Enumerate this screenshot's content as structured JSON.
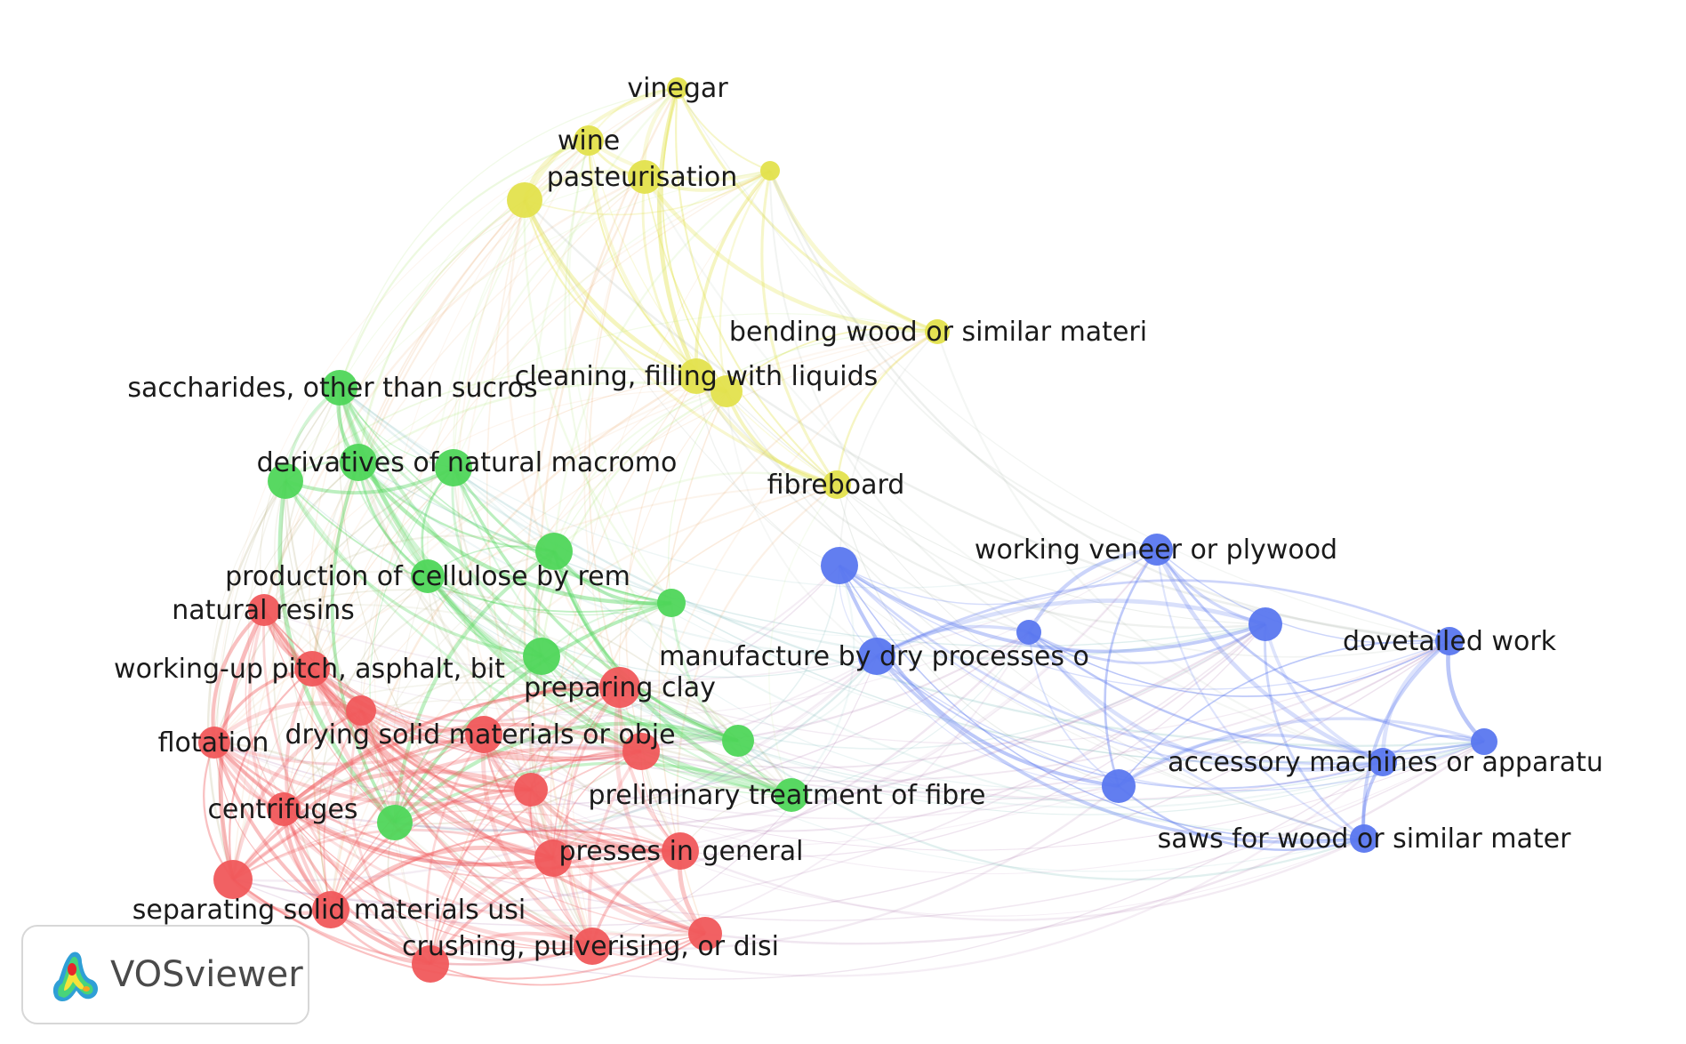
{
  "app": {
    "logo_text": "VOSviewer"
  },
  "colors": {
    "red": "#f0595b",
    "green": "#4fd65a",
    "yellow": "#e3e24d",
    "blue": "#5a77ef"
  },
  "network": {
    "nodes": [
      {
        "id": "vinegar",
        "label": "vinegar",
        "cluster": "yellow",
        "size": 12
      },
      {
        "id": "wine",
        "label": "wine",
        "cluster": "yellow",
        "size": 17
      },
      {
        "id": "pasteurisation",
        "label": "pasteurisation",
        "cluster": "yellow",
        "size": 19
      },
      {
        "id": "y_unlabeled_1",
        "label": "",
        "cluster": "yellow",
        "size": 20
      },
      {
        "id": "y_unlabeled_2",
        "label": "",
        "cluster": "yellow",
        "size": 11
      },
      {
        "id": "bending",
        "label": "bending wood or similar materi",
        "cluster": "yellow",
        "size": 14
      },
      {
        "id": "cleaning",
        "label": "cleaning, filling with liquids",
        "cluster": "yellow",
        "size": 20
      },
      {
        "id": "y_unlabeled_3",
        "label": "",
        "cluster": "yellow",
        "size": 18
      },
      {
        "id": "fibreboard",
        "label": "fibreboard",
        "cluster": "yellow",
        "size": 16
      },
      {
        "id": "saccharides",
        "label": "saccharides, other than sucros",
        "cluster": "green",
        "size": 20
      },
      {
        "id": "derivatives",
        "label": "derivatives of natural macromo",
        "cluster": "green",
        "size": 21
      },
      {
        "id": "g_unlabeled_1",
        "label": "",
        "cluster": "green",
        "size": 20
      },
      {
        "id": "g_unlabeled_2",
        "label": "",
        "cluster": "green",
        "size": 21
      },
      {
        "id": "g_unlabeled_3",
        "label": "",
        "cluster": "green",
        "size": 21
      },
      {
        "id": "production",
        "label": "production of cellulose by rem",
        "cluster": "green",
        "size": 19
      },
      {
        "id": "g_unlabeled_4",
        "label": "",
        "cluster": "green",
        "size": 16
      },
      {
        "id": "g_unlabeled_5",
        "label": "",
        "cluster": "green",
        "size": 21
      },
      {
        "id": "g_unlabeled_6",
        "label": "",
        "cluster": "green",
        "size": 18
      },
      {
        "id": "preliminary",
        "label": "preliminary treatment of fibre",
        "cluster": "green",
        "size": 19
      },
      {
        "id": "g_unlabeled_7",
        "label": "",
        "cluster": "green",
        "size": 20
      },
      {
        "id": "natural_resins",
        "label": "natural resins",
        "cluster": "red",
        "size": 18
      },
      {
        "id": "working_up",
        "label": "working-up pitch, asphalt, bit",
        "cluster": "red",
        "size": 20
      },
      {
        "id": "r_unlabeled_1",
        "label": "",
        "cluster": "red",
        "size": 17
      },
      {
        "id": "preparing_clay",
        "label": "preparing clay",
        "cluster": "red",
        "size": 23
      },
      {
        "id": "flotation",
        "label": "flotation",
        "cluster": "red",
        "size": 18
      },
      {
        "id": "drying",
        "label": "drying solid materials or obje",
        "cluster": "red",
        "size": 21
      },
      {
        "id": "r_unlabeled_2",
        "label": "",
        "cluster": "red",
        "size": 21
      },
      {
        "id": "r_unlabeled_3",
        "label": "",
        "cluster": "red",
        "size": 19
      },
      {
        "id": "centrifuges",
        "label": "centrifuges",
        "cluster": "red",
        "size": 19
      },
      {
        "id": "presses",
        "label": "presses in general",
        "cluster": "red",
        "size": 21
      },
      {
        "id": "r_unlabeled_4",
        "label": "",
        "cluster": "red",
        "size": 21
      },
      {
        "id": "r_unlabeled_5",
        "label": "",
        "cluster": "red",
        "size": 22
      },
      {
        "id": "separating",
        "label": "separating solid materials usi",
        "cluster": "red",
        "size": 21
      },
      {
        "id": "crushing",
        "label": "crushing, pulverising, or disi",
        "cluster": "red",
        "size": 21
      },
      {
        "id": "r_unlabeled_6",
        "label": "",
        "cluster": "red",
        "size": 21
      },
      {
        "id": "r_unlabeled_7",
        "label": "",
        "cluster": "red",
        "size": 19
      },
      {
        "id": "b_unlabeled_1",
        "label": "",
        "cluster": "blue",
        "size": 21
      },
      {
        "id": "working_veneer",
        "label": "working veneer or plywood",
        "cluster": "blue",
        "size": 18
      },
      {
        "id": "b_unlabeled_2",
        "label": "",
        "cluster": "blue",
        "size": 14
      },
      {
        "id": "b_unlabeled_3",
        "label": "",
        "cluster": "blue",
        "size": 19
      },
      {
        "id": "dovetailed",
        "label": "dovetailed work",
        "cluster": "blue",
        "size": 16
      },
      {
        "id": "manufacture",
        "label": "manufacture by dry processes o",
        "cluster": "blue",
        "size": 21
      },
      {
        "id": "b_unlabeled_4",
        "label": "",
        "cluster": "blue",
        "size": 15
      },
      {
        "id": "accessory",
        "label": "accessory machines or apparatu",
        "cluster": "blue",
        "size": 16
      },
      {
        "id": "b_unlabeled_5",
        "label": "",
        "cluster": "blue",
        "size": 19
      },
      {
        "id": "saws",
        "label": "saws for wood or similar mater",
        "cluster": "blue",
        "size": 16
      }
    ]
  }
}
